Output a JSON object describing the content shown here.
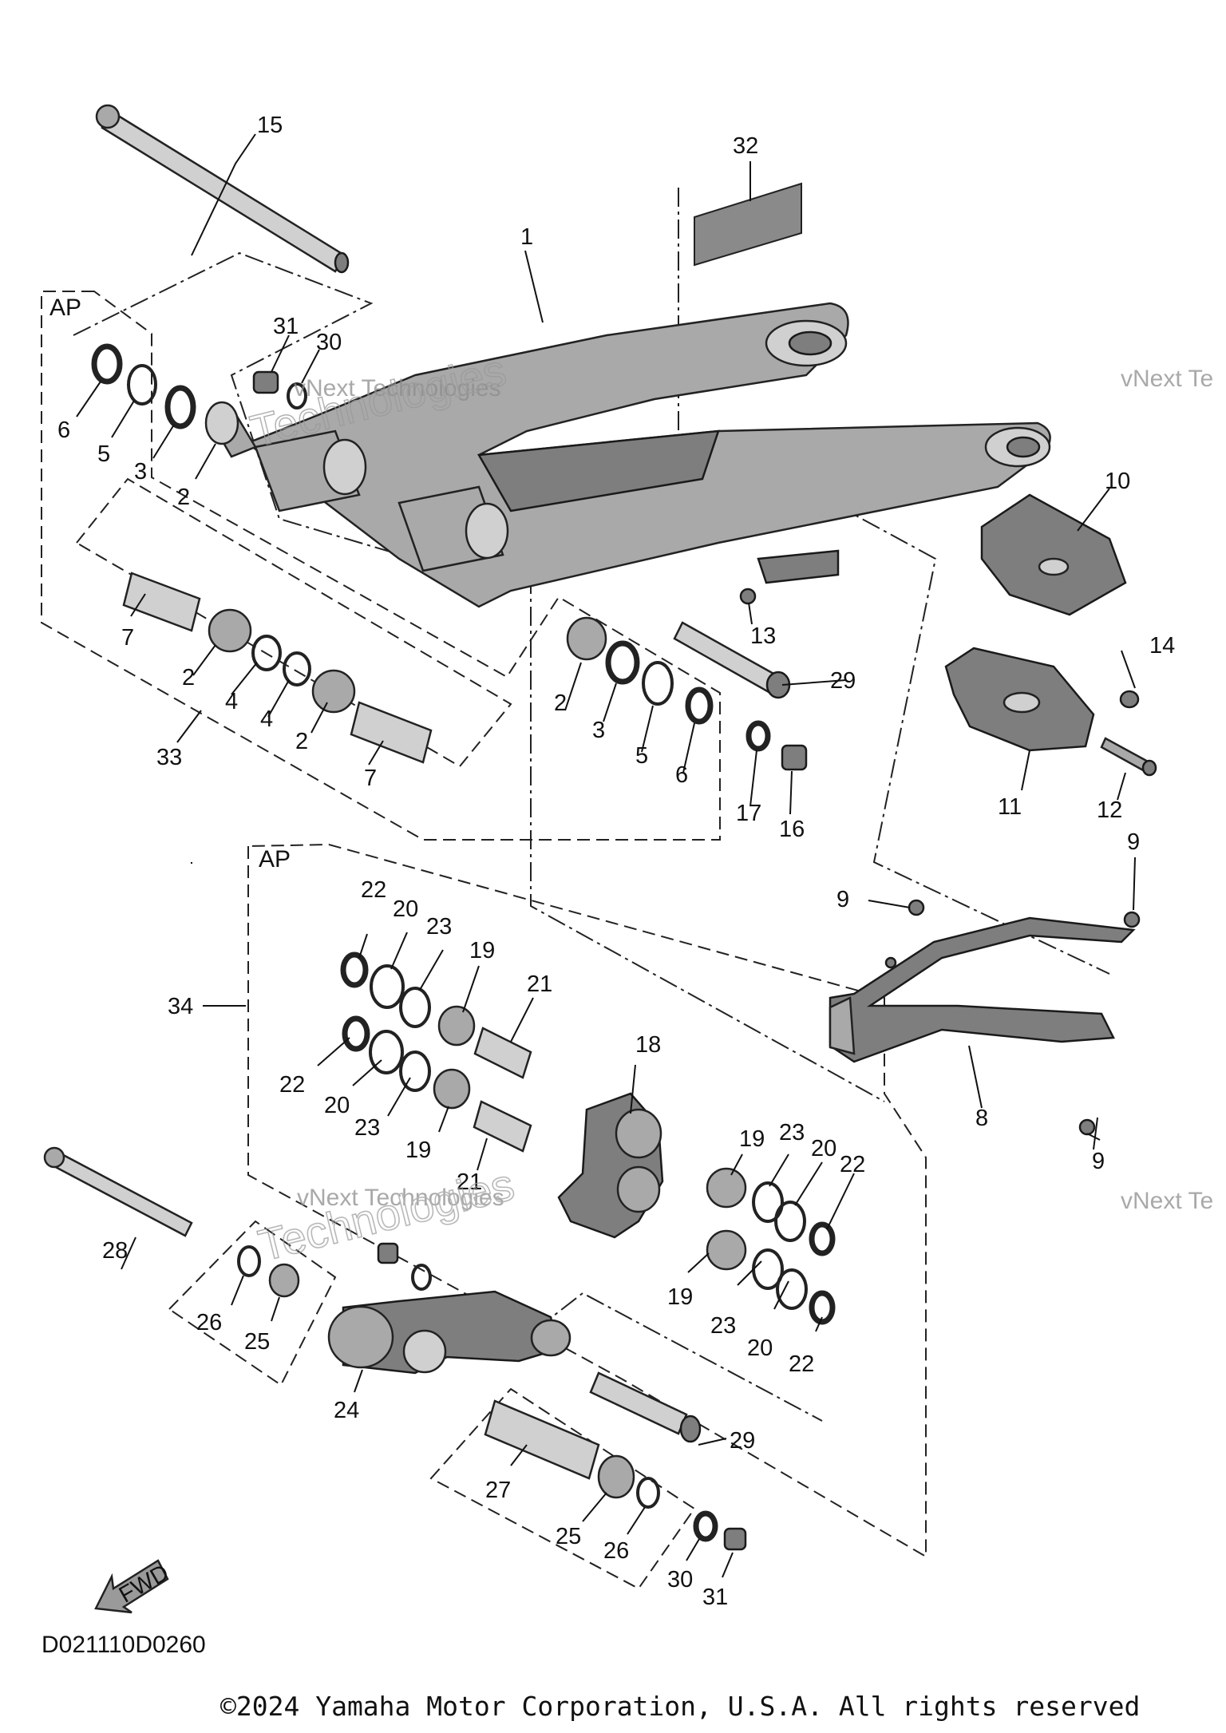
{
  "diagram": {
    "group_labels": [
      "AP",
      "AP"
    ],
    "callouts": {
      "c1": "1",
      "c2a": "2",
      "c2b": "2",
      "c2c": "2",
      "c2d": "2",
      "c3a": "3",
      "c3b": "3",
      "c4a": "4",
      "c4b": "4",
      "c5a": "5",
      "c5b": "5",
      "c6a": "6",
      "c6b": "6",
      "c7a": "7",
      "c7b": "7",
      "c8": "8",
      "c9a": "9",
      "c9b": "9",
      "c9c": "9",
      "c10": "10",
      "c11": "11",
      "c12": "12",
      "c13": "13",
      "c14": "14",
      "c15": "15",
      "c16": "16",
      "c17": "17",
      "c18": "18",
      "c19a": "19",
      "c19b": "19",
      "c19c": "19",
      "c19d": "19",
      "c20a": "20",
      "c20b": "20",
      "c20c": "20",
      "c20d": "20",
      "c21a": "21",
      "c21b": "21",
      "c22a": "22",
      "c22b": "22",
      "c22c": "22",
      "c22d": "22",
      "c23a": "23",
      "c23b": "23",
      "c23c": "23",
      "c23d": "23",
      "c24": "24",
      "c25a": "25",
      "c25b": "25",
      "c26a": "26",
      "c26b": "26",
      "c27": "27",
      "c28": "28",
      "c29a": "29",
      "c29b": "29",
      "c30a": "30",
      "c30b": "30",
      "c31a": "31",
      "c31b": "31",
      "c32": "32",
      "c33": "33",
      "c34": "34"
    },
    "fwd_label": "FWD",
    "watermark_line": "vNext Technologies",
    "watermark_word": "Technologies",
    "watermark_edge": "vNext Te"
  },
  "footer": {
    "drawing_code": "D021110D0260",
    "copyright": "©2024 Yamaha Motor Corporation, U.S.A. All rights reserved"
  }
}
